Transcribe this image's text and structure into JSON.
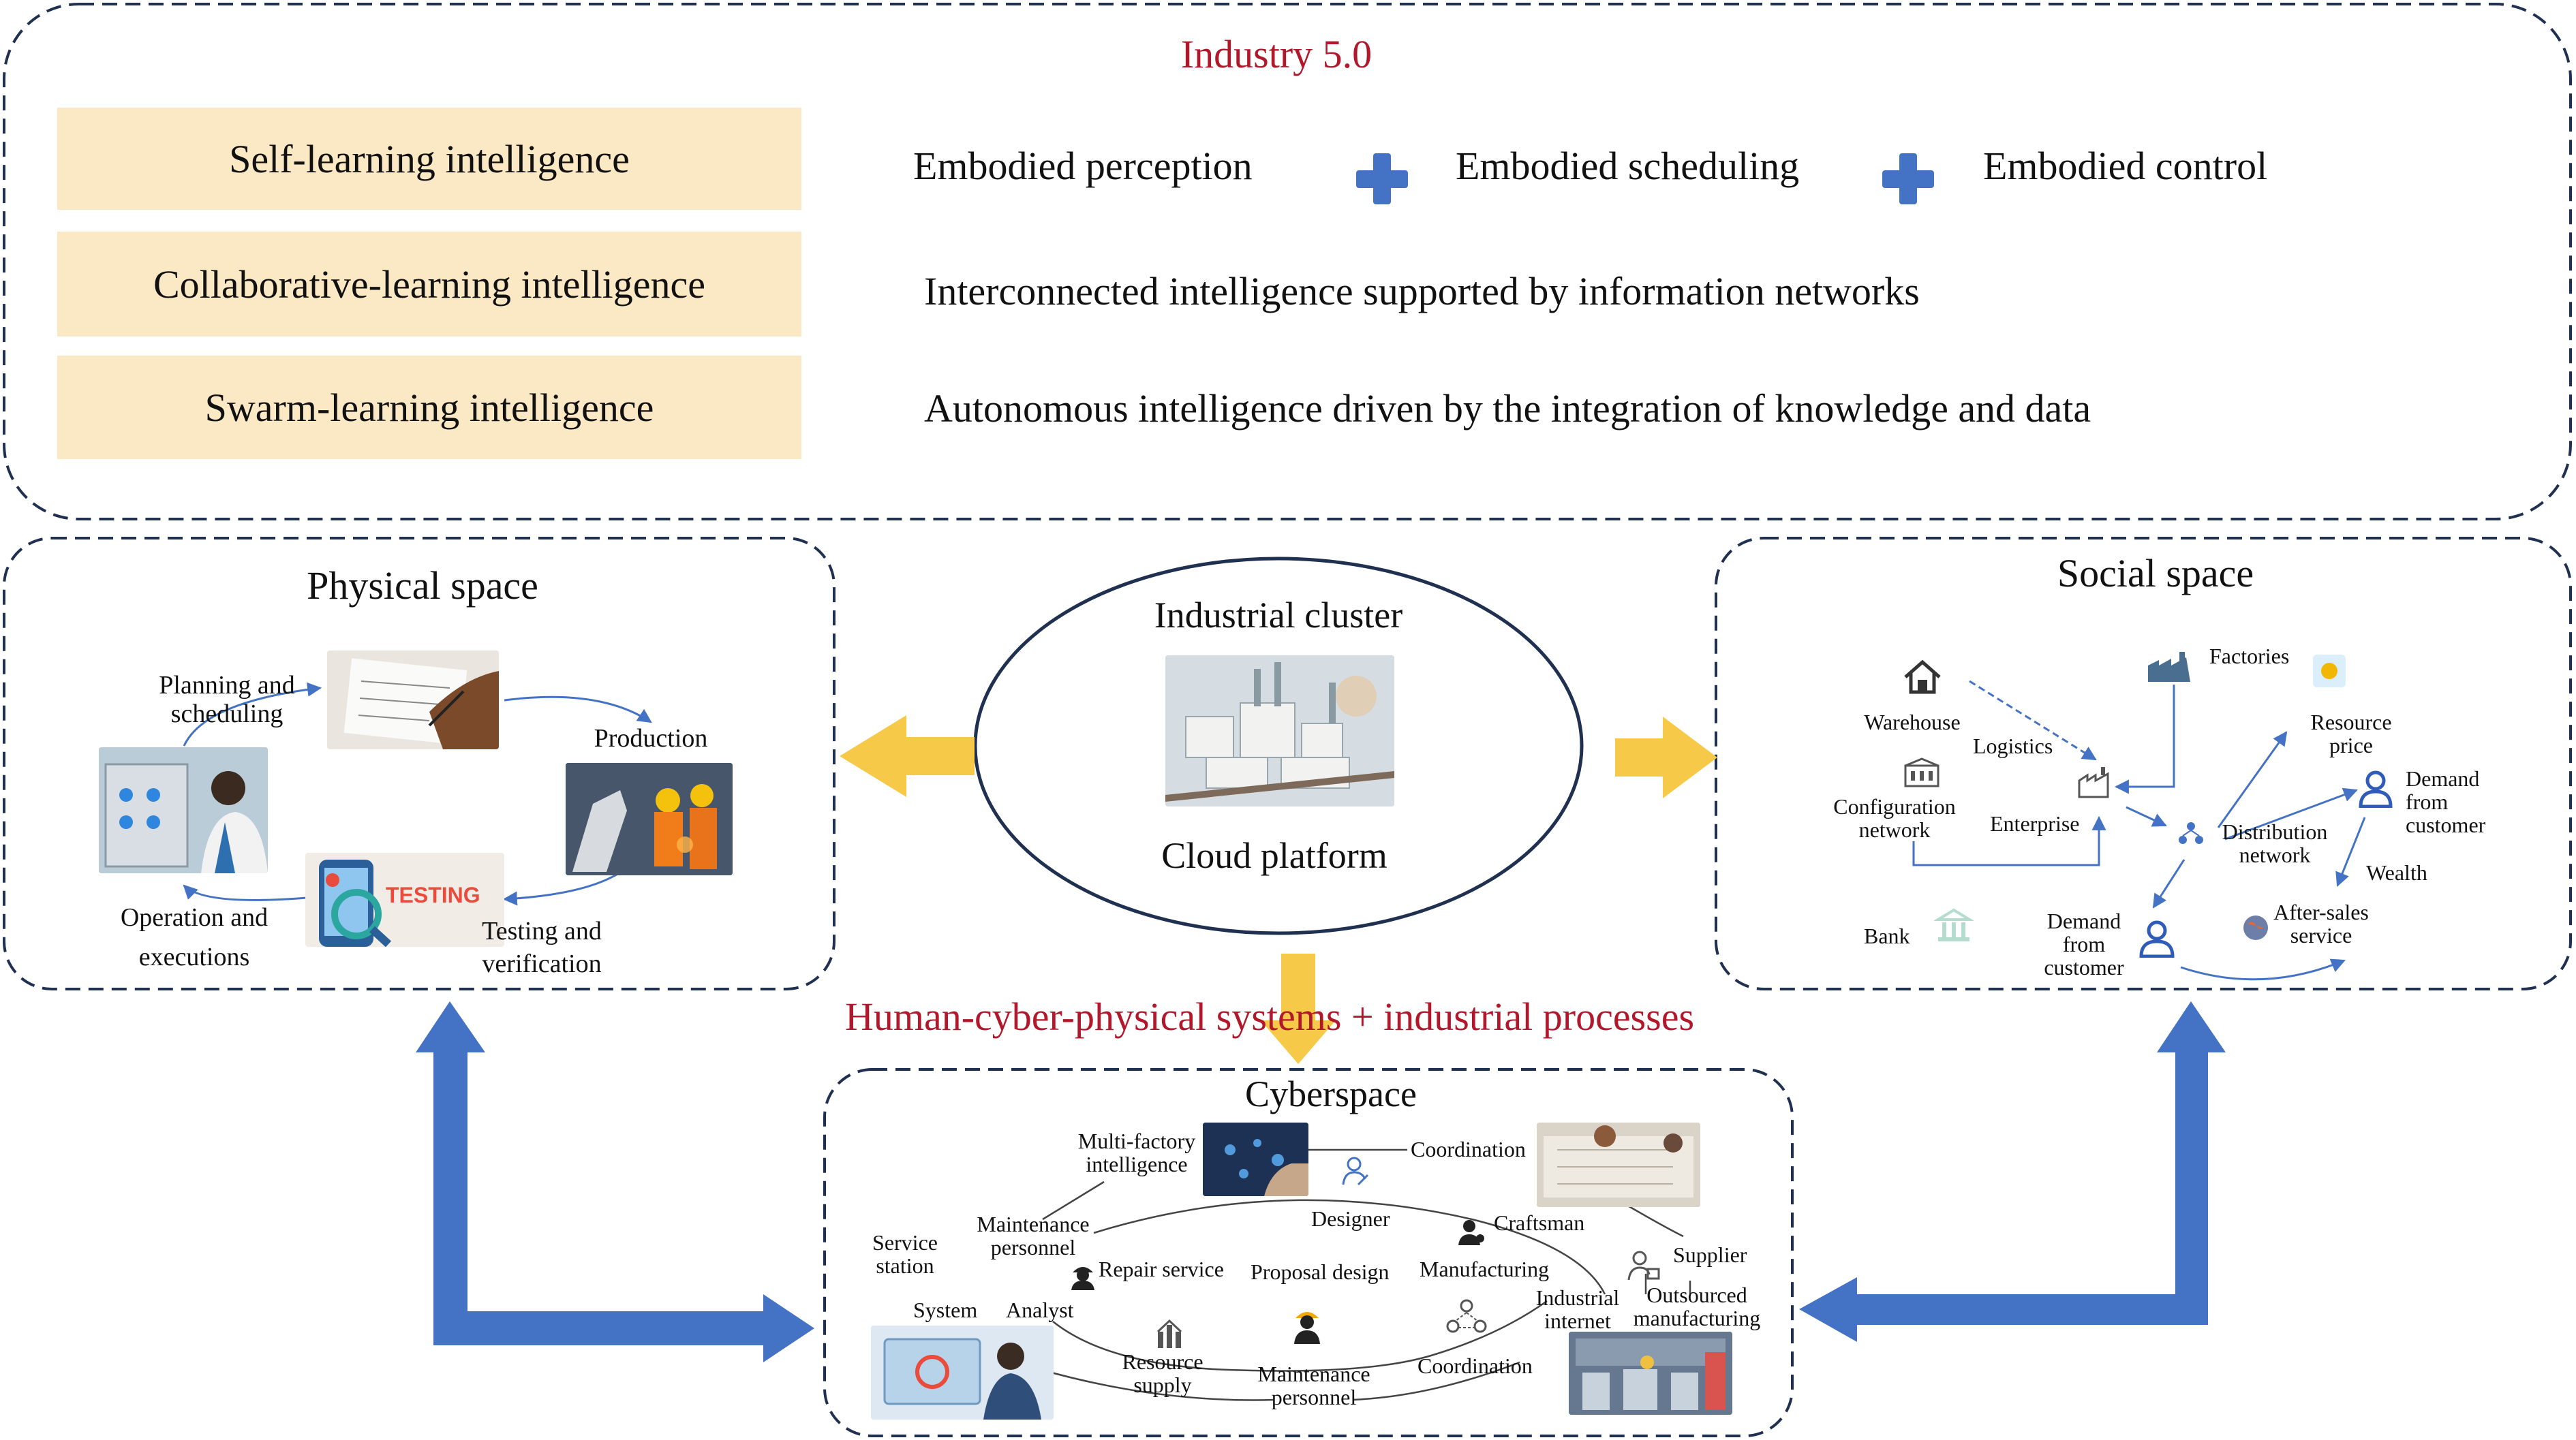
{
  "industry": {
    "title": "Industry 5.0",
    "levels": [
      "Self-learning intelligence",
      "Collaborative-learning intelligence",
      "Swarm-learning intelligence"
    ],
    "embodied": [
      "Embodied perception",
      "Embodied scheduling",
      "Embodied control"
    ],
    "row2": "Interconnected intelligence supported by information networks",
    "row3": "Autonomous intelligence driven by the integration of knowledge and data"
  },
  "physical": {
    "title": "Physical space",
    "planning": [
      "Planning and",
      "scheduling"
    ],
    "production": "Production",
    "testing": [
      "Testing and",
      "verification"
    ],
    "operation": [
      "Operation and",
      "executions"
    ],
    "testing_badge": "TESTING"
  },
  "center": {
    "top": "Industrial cluster",
    "bottom": "Cloud platform",
    "banner": "Human-cyber-physical systems + industrial processes"
  },
  "social": {
    "title": "Social space",
    "warehouse": "Warehouse",
    "factories": "Factories",
    "logistics": "Logistics",
    "resource_price": [
      "Resource",
      "price"
    ],
    "config": [
      "Configuration",
      "network"
    ],
    "enterprise": "Enterprise",
    "distribution": [
      "Distribution",
      "network"
    ],
    "demand1": [
      "Demand",
      "from",
      "customer"
    ],
    "wealth": "Wealth",
    "bank": "Bank",
    "demand2": [
      "Demand",
      "from",
      "customer"
    ],
    "aftersales": [
      "After-sales",
      "service"
    ]
  },
  "cyber": {
    "title": "Cyberspace",
    "multi": [
      "Multi-factory",
      "intelligence"
    ],
    "coordination_top": "Coordination",
    "service_station": [
      "Service",
      "station"
    ],
    "maint1": [
      "Maintenance",
      "personnel"
    ],
    "designer": "Designer",
    "craftsman": "Craftsman",
    "repair": "Repair service",
    "proposal": "Proposal design",
    "manufacturing": "Manufacturing",
    "supplier": "Supplier",
    "system": "System",
    "analyst": "Analyst",
    "industrial_internet": [
      "Industrial",
      "internet"
    ],
    "outsourced": [
      "Outsourced",
      "manufacturing"
    ],
    "resource_supply": [
      "Resource",
      "supply"
    ],
    "maint2": [
      "Maintenance",
      "personnel"
    ],
    "coordination_bottom": "Coordination"
  },
  "colors": {
    "accent_red": "#b2182b",
    "box_fill": "#fbe8c4",
    "blue": "#4472c4",
    "gold": "#f7c948",
    "dash": "#1f3050"
  }
}
